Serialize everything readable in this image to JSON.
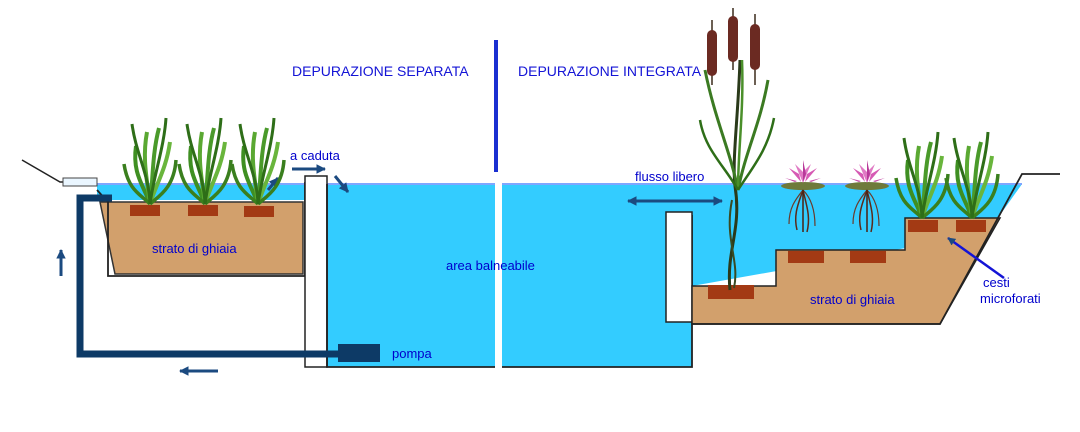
{
  "labels": {
    "separate_title": "DEPURAZIONE SEPARATA",
    "integrated_title": "DEPURAZIONE INTEGRATA",
    "fall": "a caduta",
    "free_flow": "flusso libero",
    "gravel_left": "strato di ghiaia",
    "gravel_right": "strato di ghiaia",
    "swim_area": "area balneabile",
    "pump": "pompa",
    "baskets_line1": "cesti",
    "baskets_line2": "microforati"
  },
  "icons": {
    "reed": "reed-plant-icon",
    "lily": "water-lily-icon",
    "cattail": "cattail-icon"
  },
  "colors": {
    "water": "#33ccff",
    "water_line": "#7fa6ff",
    "gravel": "#d2a06c",
    "basket": "#a33a14",
    "pipe": "#0d3a66",
    "arrow": "#1b4a80",
    "divider": "#1a2fd1",
    "label": "#0000cc",
    "leaf": "#4a9a2a",
    "lily": "#cc55aa"
  }
}
